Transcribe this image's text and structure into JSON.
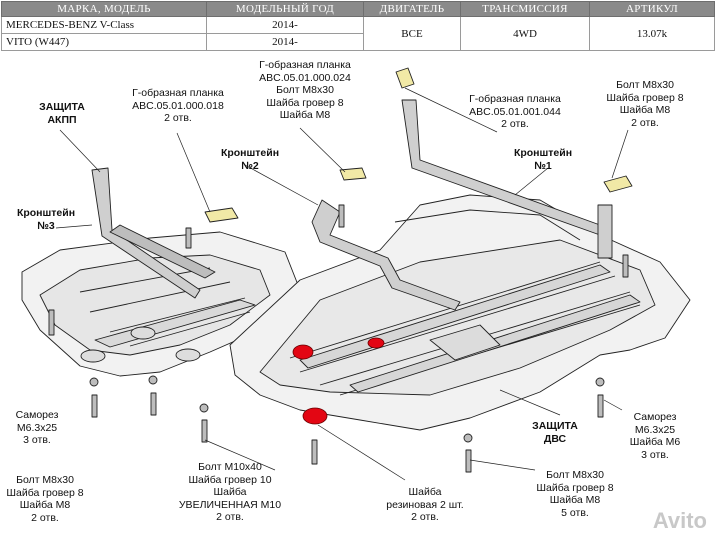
{
  "table": {
    "headers": [
      "МАРКА, МОДЕЛЬ",
      "МОДЕЛЬНЫЙ ГОД",
      "ДВИГАТЕЛЬ",
      "ТРАНСМИССИЯ",
      "АРТИКУЛ"
    ],
    "rows": [
      {
        "model": "MERCEDES-BENZ V-Class",
        "year": "2014-"
      },
      {
        "model": "VITO (W447)",
        "year": "2014-"
      }
    ],
    "engine": "ВСЕ",
    "transmission": "4WD",
    "article": "13.07k"
  },
  "labels": {
    "zashchita_akpp": "ЗАЩИТА\nАКПП",
    "kronshtein_3": "Кронштейн\n№3",
    "kronshtein_2": "Кронштейн\n№2",
    "kronshtein_1": "Кронштейн\n№1",
    "zashchita_dvs": "ЗАЩИТА\nДВС",
    "planka_018": "Г-образная планка\nABC.05.01.000.018\n2 отв.",
    "planka_024": "Г-образная планка\nABC.05.01.000.024\nБолт М8х30\nШайба гровер 8\nШайба М8",
    "planka_044": "Г-образная планка\nABC.05.01.001.044\n2 отв.",
    "bolt_m8_right_top": "Болт М8х30\nШайба гровер 8\nШайба М8\n2 отв.",
    "samorez_left": "Саморез\nМ6.3х25\n3 отв.",
    "samorez_right": "Саморез\nМ6.3х25\nШайба М6\n3 отв.",
    "bolt_m8_left_bottom": "Болт М8х30\nШайба гровер 8\nШайба М8\n2 отв.",
    "bolt_m10": "Болт М10х40\nШайба гровер 10\nШайба\nУВЕЛИЧЕННАЯ М10\n2 отв.",
    "shaiba_rubber": "Шайба\nрезиновая 2 шт.\n2 отв.",
    "bolt_m8_bottom_right": "Болт М8х30\nШайба гровер 8\nШайба М8\n5 отв."
  },
  "watermark": "Avito",
  "colors": {
    "header_bg": "#8a8a8a",
    "rubber_washer": "#e30613",
    "bracket_tag": "#f1e9a6",
    "line": "#222222"
  }
}
